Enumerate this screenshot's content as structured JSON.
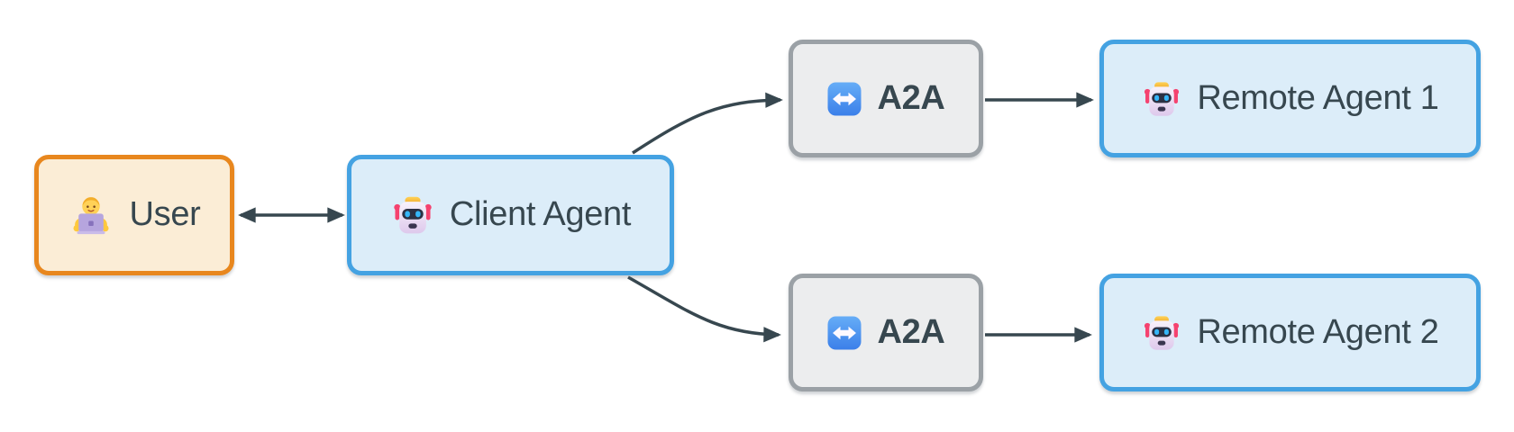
{
  "diagram": {
    "nodes": {
      "user": {
        "label": "User",
        "icon": "technologist-icon"
      },
      "client_agent": {
        "label": "Client Agent",
        "icon": "robot-icon"
      },
      "a2a_top": {
        "label": "A2A",
        "icon": "left-right-arrow-icon"
      },
      "remote_agent_1": {
        "label": "Remote Agent 1",
        "icon": "robot-icon"
      },
      "a2a_bottom": {
        "label": "A2A",
        "icon": "left-right-arrow-icon"
      },
      "remote_agent_2": {
        "label": "Remote Agent 2",
        "icon": "robot-icon"
      }
    },
    "edges": [
      {
        "from": "user",
        "to": "client_agent",
        "arrows": "both"
      },
      {
        "from": "client_agent",
        "to": "a2a_top",
        "arrows": "end"
      },
      {
        "from": "client_agent",
        "to": "a2a_bottom",
        "arrows": "end"
      },
      {
        "from": "a2a_top",
        "to": "remote_agent_1",
        "arrows": "end"
      },
      {
        "from": "a2a_bottom",
        "to": "remote_agent_2",
        "arrows": "end"
      }
    ],
    "colors": {
      "line": "#37474F",
      "text": "#37474F",
      "user_border": "#E8871E",
      "user_fill": "#FBEDD6",
      "agent_border": "#44A2E2",
      "agent_fill": "#DCEDF9",
      "a2a_border": "#9BA1A6",
      "a2a_fill": "#ECEDEE"
    }
  }
}
